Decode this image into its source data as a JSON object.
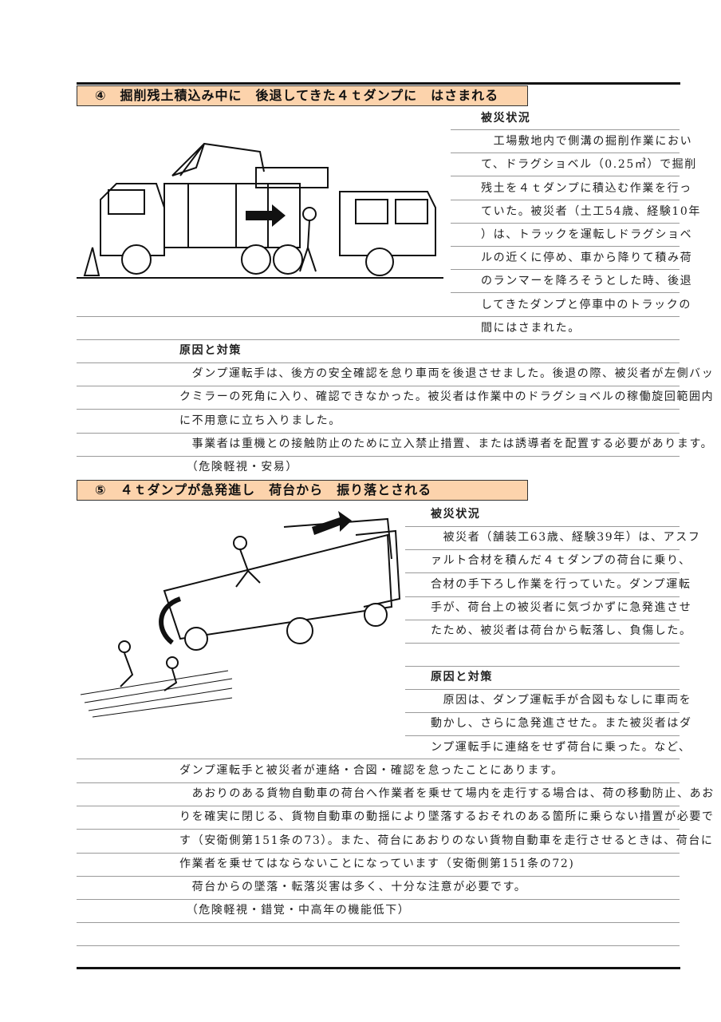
{
  "section4": {
    "title": "④　掘削残土積込み中に　後退してきた４ｔダンプに　はさまれる",
    "situation_label": "被災状況",
    "situation_lines": [
      "　工場敷地内で側溝の掘削作業におい",
      "て、ドラグショベル（0.25㎥）で掘削",
      "残土を４ｔダンプに積込む作業を行っ",
      "ていた。被災者（土工54歳、経験10年",
      "）は、トラックを運転しドラグショベ",
      "ルの近くに停め、車から降りて積み荷",
      "のランマーを降ろそうとした時、後退",
      "してきたダンプと停車中のトラックの",
      "間にはさまれた。"
    ],
    "causes_label": "原因と対策",
    "causes_lines": [
      "　ダンプ運転手は、後方の安全確認を怠り車両を後退させました。後退の際、被災者が左側バッ",
      "クミラーの死角に入り、確認できなかった。被災者は作業中のドラグショベルの稼働旋回範囲内",
      "に不用意に立ち入りました。",
      "　事業者は重機との接触防止のために立入禁止措置、または誘導者を配置する必要があります。",
      "　（危険軽視・安易）"
    ]
  },
  "section5": {
    "title": "⑤　４ｔダンプが急発進し　荷台から　振り落とされる",
    "situation_label": "被災状況",
    "situation_lines": [
      "　被災者（舗装工63歳、経験39年）は、アスフ",
      "ァルト合材を積んだ４ｔダンプの荷台に乗り、",
      "合材の手下ろし作業を行っていた。ダンプ運転",
      "手が、荷台上の被災者に気づかずに急発進させ",
      "たため、被災者は荷台から転落し、負傷した。"
    ],
    "causes_label": "原因と対策",
    "causes_right_lines": [
      "　原因は、ダンプ運転手が合図もなしに車両を",
      "動かし、さらに急発進させた。また被災者はダ",
      "ンプ運転手に連絡をせず荷台に乗った。など、"
    ],
    "causes_lines": [
      "ダンプ運転手と被災者が連絡・合図・確認を怠ったことにあります。",
      "　あおりのある貨物自動車の荷台へ作業者を乗せて場内を走行する場合は、荷の移動防止、あお",
      "りを確実に閉じる、貨物自動車の動揺により墜落するおそれのある箇所に乗らない措置が必要で",
      "す（安衛側第151条の73）。また、荷台にあおりのない貨物自動車を走行させるときは、荷台に",
      "作業者を乗せてはならないことになっています（安衛側第151条の72)",
      "　荷台からの墜落・転落災害は多く、十分な注意が必要です。",
      "　（危険軽視・錯覚・中高年の機能低下）"
    ]
  },
  "colors": {
    "header_bg": "#fcd3ac",
    "rule": "#9a9a9a"
  }
}
